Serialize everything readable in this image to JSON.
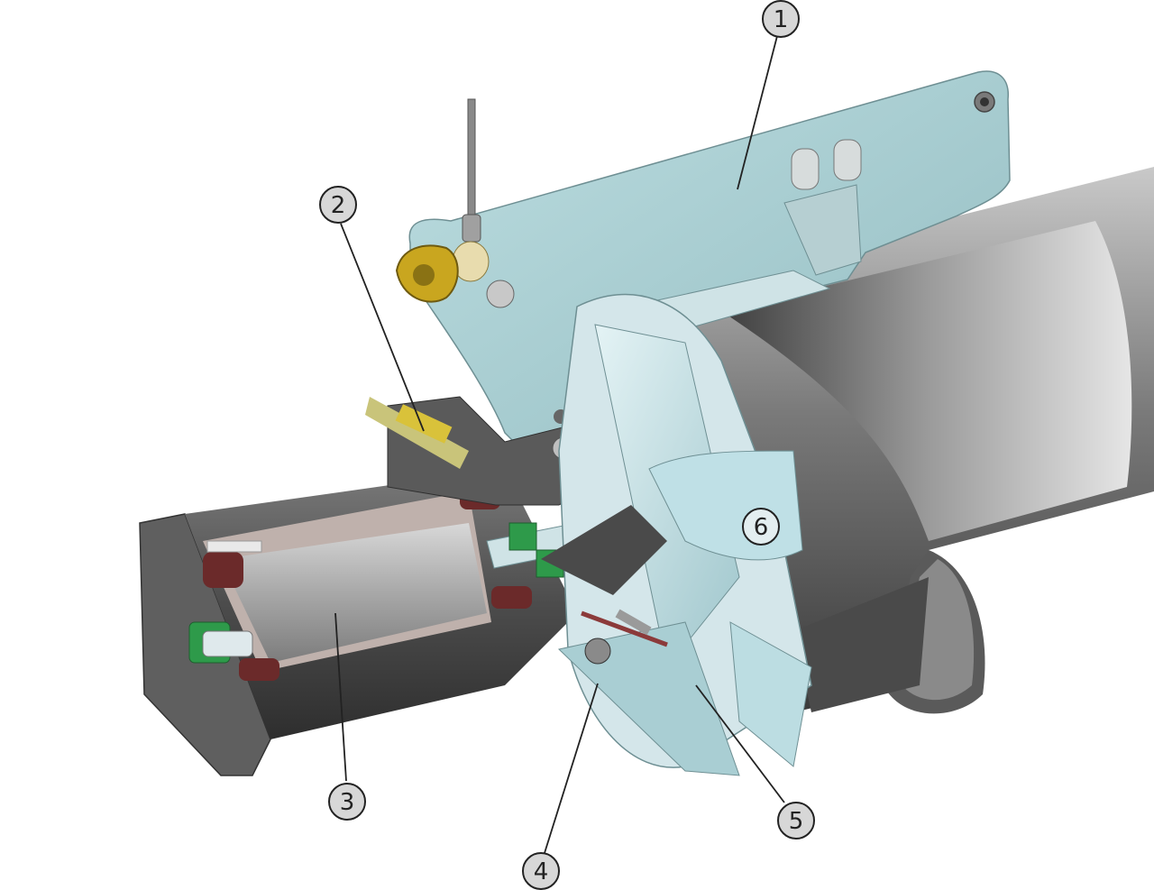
{
  "diagram": {
    "callouts": [
      {
        "id": "callout-1",
        "label": "1"
      },
      {
        "id": "callout-2",
        "label": "2"
      },
      {
        "id": "callout-3",
        "label": "3"
      },
      {
        "id": "callout-4",
        "label": "4"
      },
      {
        "id": "callout-5",
        "label": "5"
      },
      {
        "id": "callout-6",
        "label": "6"
      }
    ],
    "colors": {
      "mounting_plate": "#a9cdd1",
      "tube_dark": "#4a4a4a",
      "tube_light": "#bfbfbf",
      "motor_housing": "#5a5a5a",
      "motor_rotor": "#b5b5b5",
      "coil_brown": "#6b2a2a",
      "bearing_green": "#2e9a4a",
      "plug_yellow": "#c9a61f",
      "fan_blade": "#bfe0e6"
    }
  }
}
